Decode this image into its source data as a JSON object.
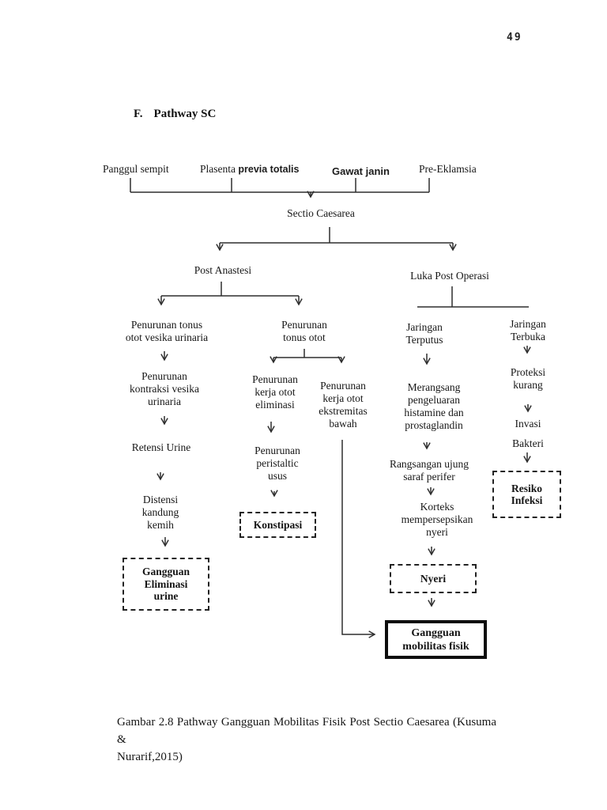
{
  "page_number": "49",
  "heading": {
    "prefix": "F.",
    "title": "Pathway SC"
  },
  "causes": {
    "c1": "Panggul sempit",
    "c2_serif": "Plasenta",
    "c2_sans": "previa totalis",
    "c3": "Gawat janin",
    "c4": "Pre-Eklamsia"
  },
  "nodes": {
    "sectio": "Sectio Caesarea",
    "post_anastesi": "Post Anastesi",
    "luka_post_operasi": "Luka Post Operasi",
    "penurunan_tonus_vesika": "Penurunan tonus\notot vesika urinaria",
    "penurunan_kontraksi": "Penurunan\nkontraksi vesika\nurinaria",
    "retensi_urine": "Retensi Urine",
    "distensi": "Distensi\nkandung\nkemih",
    "gangguan_eliminasi": "Gangguan\nEliminasi\nurine",
    "penurunan_tonus_otot": "Penurunan\ntonus otot",
    "kerja_otot_eliminasi": "Penurunan\nkerja otot\neliminasi",
    "peristaltic_usus": "Penurunan\nperistaltic\nusus",
    "konstipasi": "Konstipasi",
    "kerja_otot_ekstremitas": "Penurunan\nkerja otot\nekstremitas\nbawah",
    "jaringan_terputus": "Jaringan\nTerputus",
    "merangsang": "Merangsang\npengeluaran\nhistamine dan\nprostaglandin",
    "rangsangan": "Rangsangan ujung\nsaraf perifer",
    "korteks": "Korteks\nmempersepsikan\nnyeri",
    "nyeri": "Nyeri",
    "gangguan_mobilitas": "Gangguan\nmobilitas fisik",
    "jaringan_terbuka": "Jaringan\nTerbuka",
    "proteksi_kurang": "Proteksi\nkurang",
    "invasi": "Invasi",
    "bakteri": "Bakteri",
    "resiko_infeksi": "Resiko\nInfeksi"
  },
  "caption": {
    "line1": "Gambar 2.8 Pathway Gangguan Mobilitas Fisik Post Sectio Caesarea (Kusuma &",
    "line2": "Nurarif,2015)"
  },
  "colors": {
    "ink": "#171717",
    "line": "#2e2e2e"
  }
}
